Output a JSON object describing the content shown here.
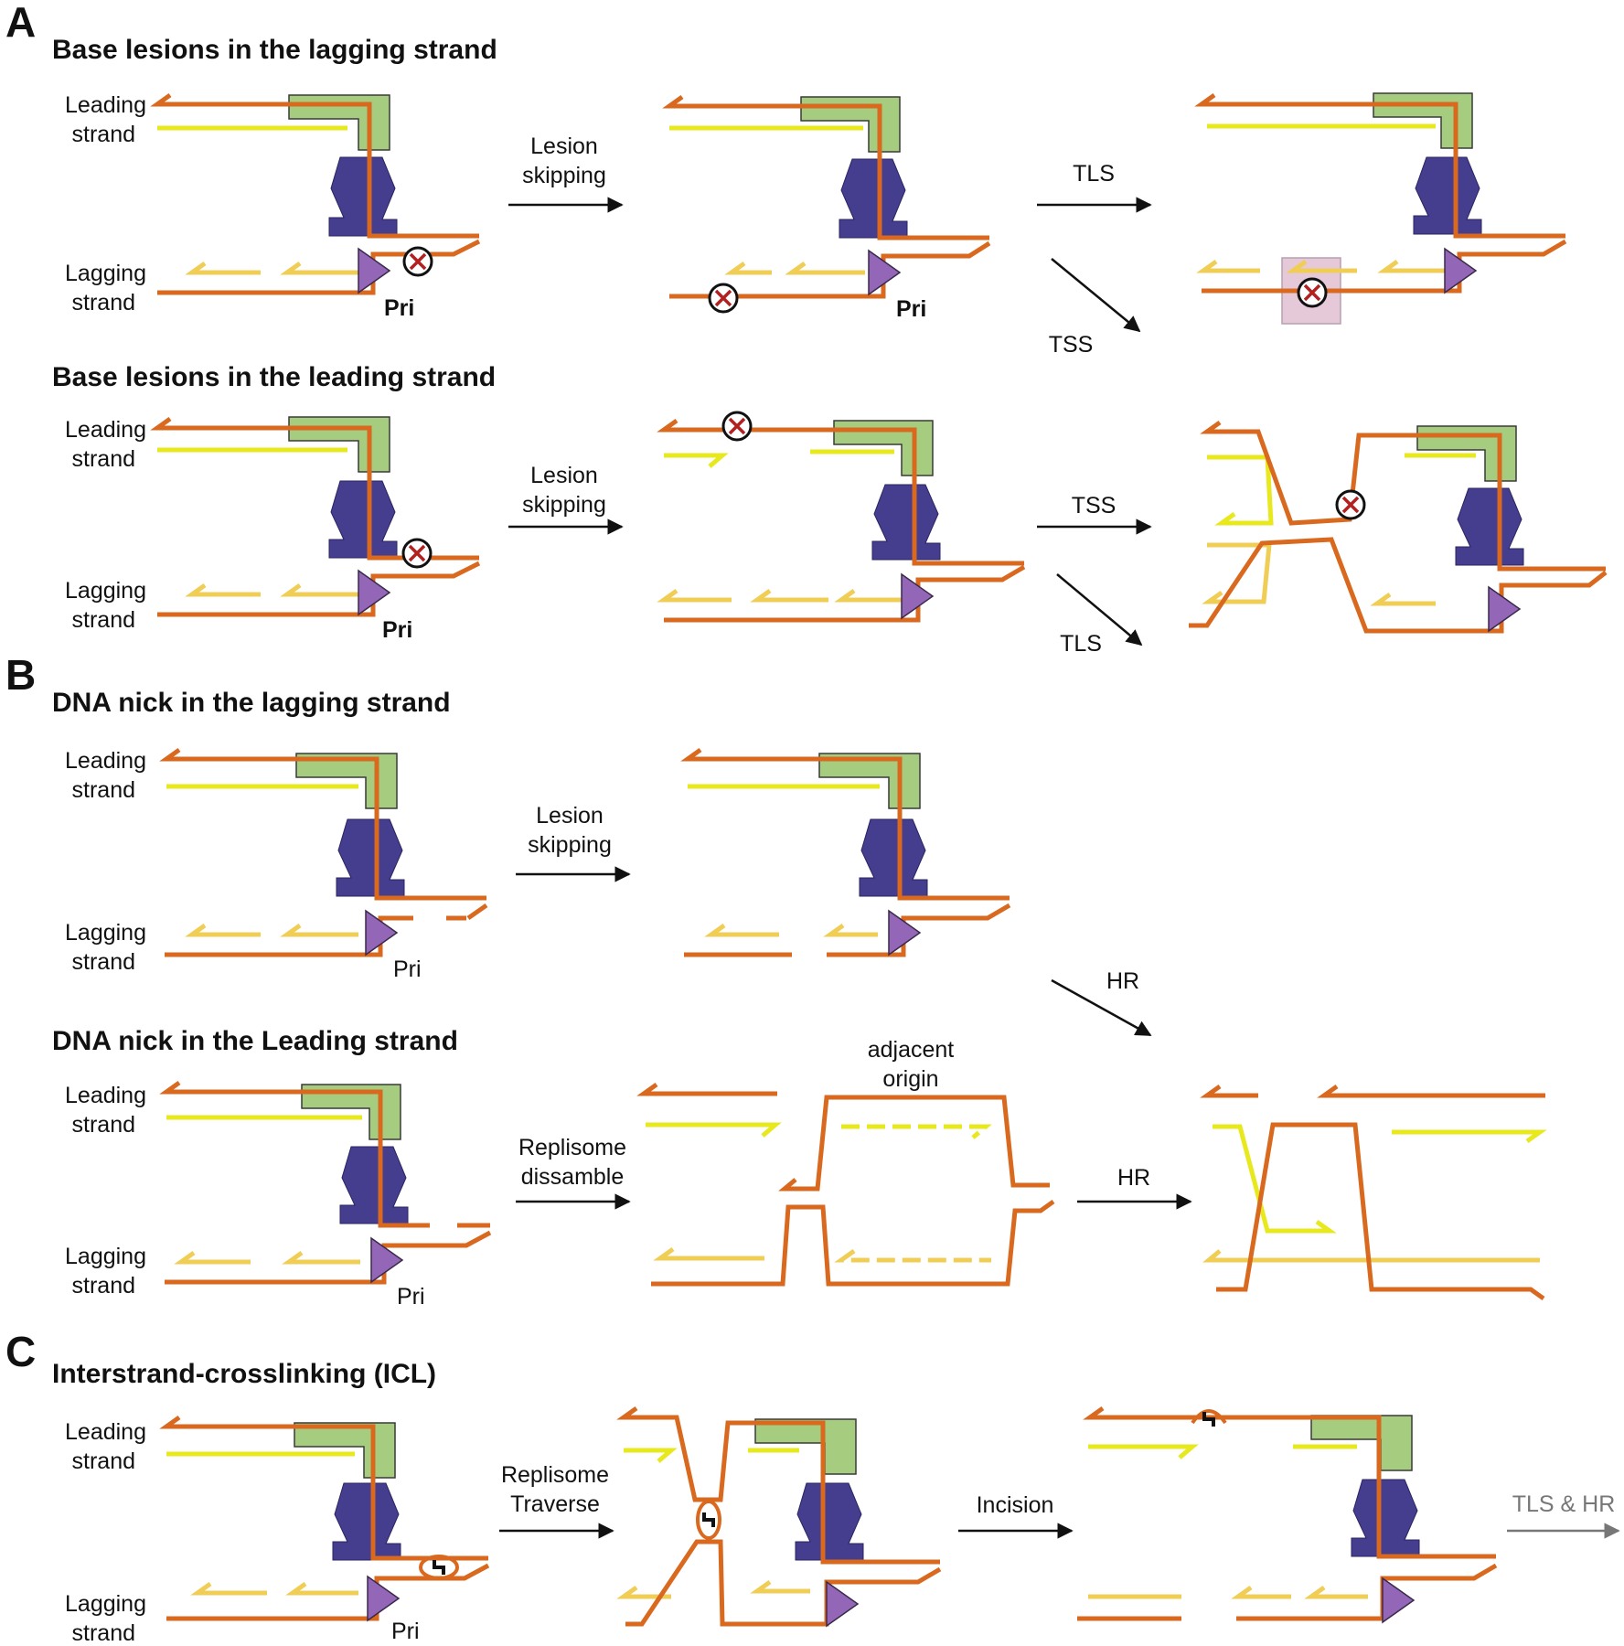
{
  "colors": {
    "parental_strand": "#d9691e",
    "leading_nascent": "#e8e81e",
    "lagging_nascent": "#f0cd55",
    "helicase": "#453d8e",
    "polymerase": "#a6cd7f",
    "primase": "#9466b8",
    "lesion_ring": "#111111",
    "lesion_mark": "#b32020",
    "tls_box": "#e6c9d9",
    "arrow": "#111111",
    "arrow_grey": "#777777"
  },
  "panels": {
    "A": {
      "letter": "A",
      "lagging_title": "Base lesions in the lagging strand",
      "leading_title": "Base lesions in the leading strand"
    },
    "B": {
      "letter": "B",
      "lagging_title": "DNA nick in the lagging strand",
      "leading_title": "DNA nick in the Leading strand"
    },
    "C": {
      "letter": "C",
      "title": "Interstrand-crosslinking (ICL)"
    }
  },
  "labels": {
    "leading_1": "Leading",
    "leading_2": "strand",
    "lagging_1": "Lagging",
    "lagging_2": "strand",
    "pri": "Pri"
  },
  "arrows": {
    "lesion_skipping_1": "Lesion",
    "lesion_skipping_2": "skipping",
    "tls": "TLS",
    "tss": "TSS",
    "hr": "HR",
    "replisome_dissamble_1": "Replisome",
    "replisome_dissamble_2": "dissamble",
    "adjacent_origin_1": "adjacent",
    "adjacent_origin_2": "origin",
    "replisome_traverse_1": "Replisome",
    "replisome_traverse_2": "Traverse",
    "incision": "Incision",
    "tls_hr": "TLS & HR"
  }
}
